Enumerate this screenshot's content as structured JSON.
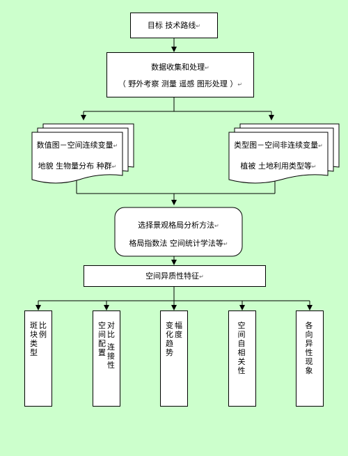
{
  "goal": {
    "text": "目标  技术路线"
  },
  "data_collection": {
    "line1": "数据收集和处理",
    "line2": "（ 野外考察  测量  遥感  图形处理 ）"
  },
  "continuous_map": {
    "line1": "数值图－空间连续变量",
    "line2": "地貌  生物量分布  种群"
  },
  "categorical_map": {
    "line1": "类型图－空间非连续变量",
    "line2": "植被  土地利用类型等"
  },
  "method": {
    "line1": "选择景观格局分析方法",
    "line2": "格局指数法  空间统计学法等"
  },
  "heterogeneity": {
    "text": "空间异质性特征"
  },
  "features": [
    {
      "col1": "斑块类型",
      "col2": "比例"
    },
    {
      "col1": "空间配置",
      "col2": "对比  连接性"
    },
    {
      "col1": "变化趋势",
      "col2": "幅度"
    },
    {
      "col1": "空间自相关性",
      "col2": ""
    },
    {
      "col1": "各向异性现象",
      "col2": ""
    }
  ],
  "paragraph_mark": "↵"
}
